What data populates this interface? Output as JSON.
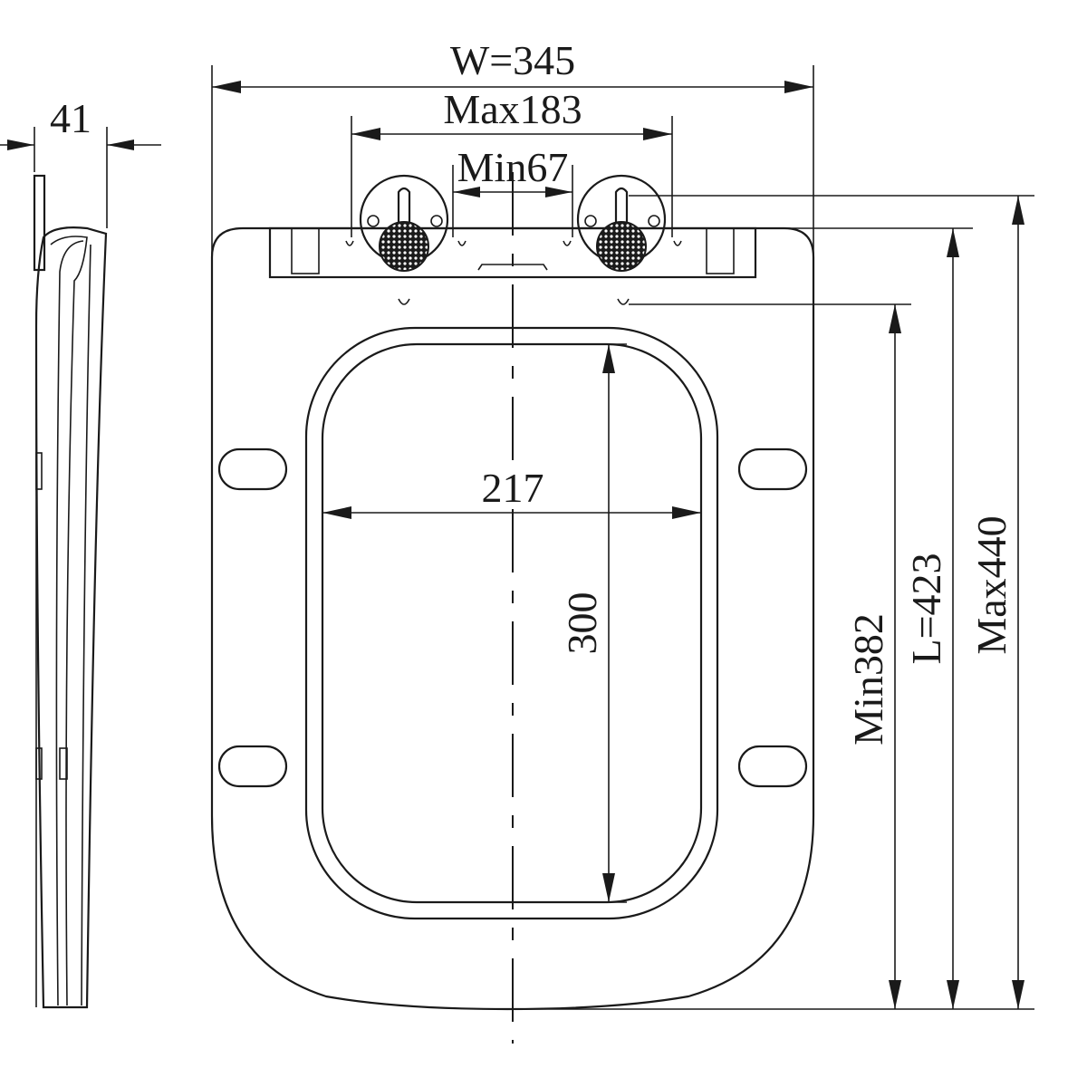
{
  "dimensions": {
    "side_thickness": "41",
    "overall_width": "W=345",
    "hinge_max_spacing": "Max183",
    "hinge_min_spacing": "Min67",
    "opening_width": "217",
    "opening_length": "300",
    "min_length": "Min382",
    "overall_length": "L=423",
    "max_length": "Max440"
  }
}
